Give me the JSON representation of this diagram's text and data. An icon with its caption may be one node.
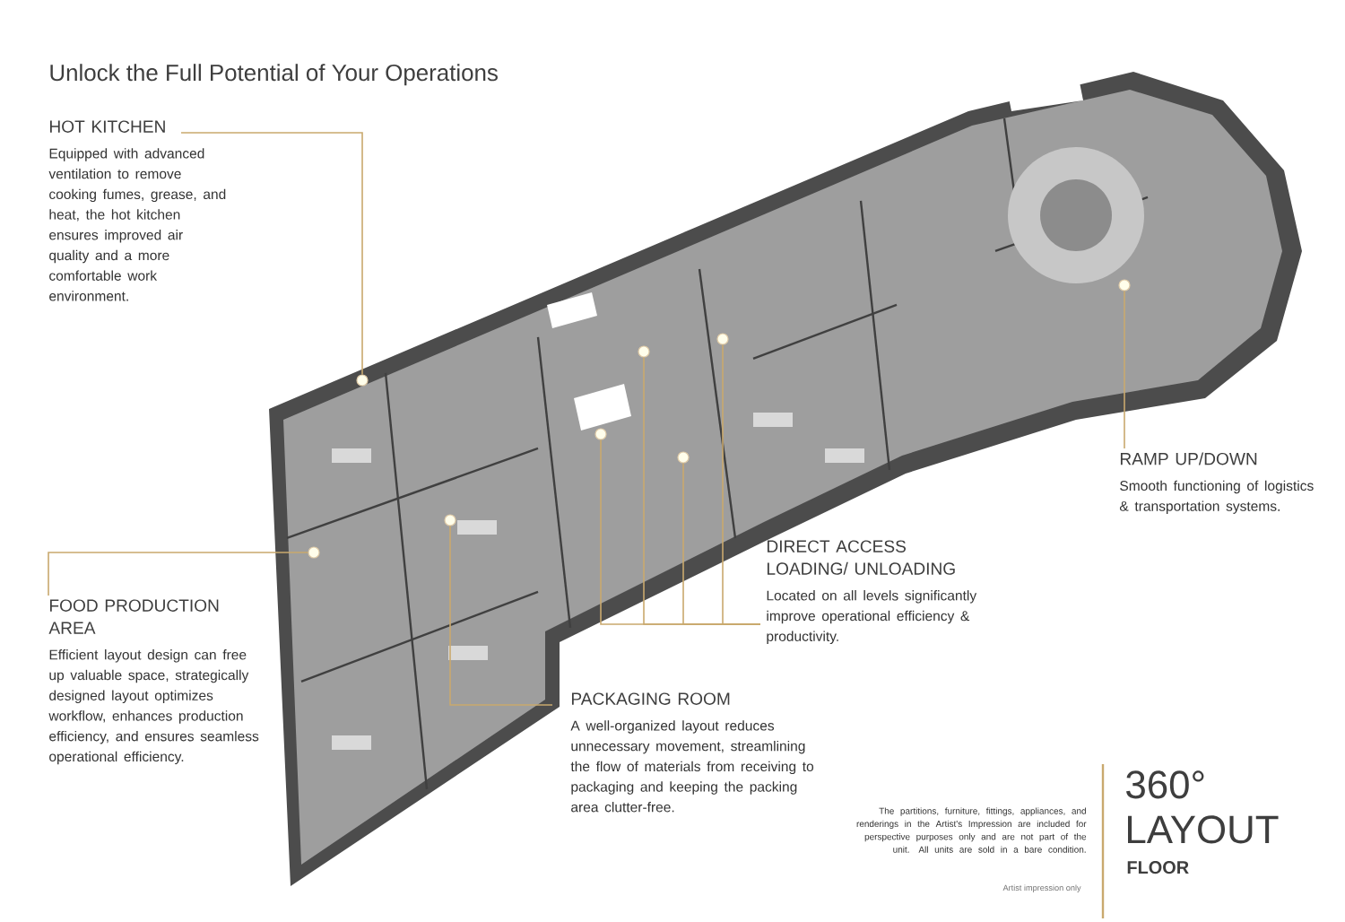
{
  "diagram": {
    "title": "Unlock the Full Potential of Your Operations",
    "nodes": [
      {
        "text": [],
        "shape": "picture"
      },
      {
        "text": [],
        "shape": "circle",
        "in": 0
      },
      {
        "text": [],
        "shape": "circle",
        "in": 0
      },
      {
        "text": [],
        "shape": "circle",
        "in": 0
      },
      {
        "text": [],
        "shape": "circle",
        "in": 0
      },
      {
        "text": [],
        "shape": "circle",
        "in": 0
      },
      {
        "text": [],
        "shape": "circle",
        "in": 0
      },
      {
        "text": [],
        "shape": "circle",
        "in": 0
      },
      {
        "text": [],
        "shape": "circle",
        "in": 0
      },
      {
        "text": [
          "HOT KITCHEN",
          "Equipped with advanced ventilation to remove cooking fumes, grease, and heat, the hot kitchen ensures improved air quality and a more comfortable work environment."
        ]
      },
      {
        "text": [
          "FOOD PRODUCTION AREA",
          "Efficient layout design can free up valuable space, strategically designed layout optimizes workflow, enhances production efficiency, and ensures seamless operational efficiency."
        ]
      },
      {
        "text": [
          "PACKAGING ROOM",
          "A well-organized layout reduces unnecessary movement, streamlining the flow of materials from receiving to packaging and keeping the packing area clutter-free."
        ]
      },
      {
        "text": [
          "DIRECT ACCESS LOADING/ UNLOADING",
          "Located on all levels significantly improve operational efficiency & productivity."
        ]
      },
      {
        "text": [
          "RAMP UP/DOWN",
          "Smooth functioning of logistics & transportation systems."
        ]
      }
    ],
    "edges": [
      {
        "from": 9,
        "to": 1,
        "arrow": "none"
      },
      {
        "from": 10,
        "to": 2,
        "arrow": "none"
      },
      {
        "from": 11,
        "to": 3,
        "arrow": "none"
      },
      {
        "from": 12,
        "to": 4,
        "arrow": "none"
      },
      {
        "from": 12,
        "to": 5,
        "arrow": "none"
      },
      {
        "from": 12,
        "to": 6,
        "arrow": "none"
      },
      {
        "from": 12,
        "to": 7,
        "arrow": "none"
      },
      {
        "from": 13,
        "to": 8,
        "arrow": "none"
      }
    ],
    "labels": [
      "The partitions, furniture, fittings, appliances, and renderings in the Artist's Impression are included for perspective purposes only and are not part of the unit. All units are sold in a bare condition.",
      "Artist impression only",
      "360°",
      "LAYOUT",
      "FLOOR"
    ]
  }
}
